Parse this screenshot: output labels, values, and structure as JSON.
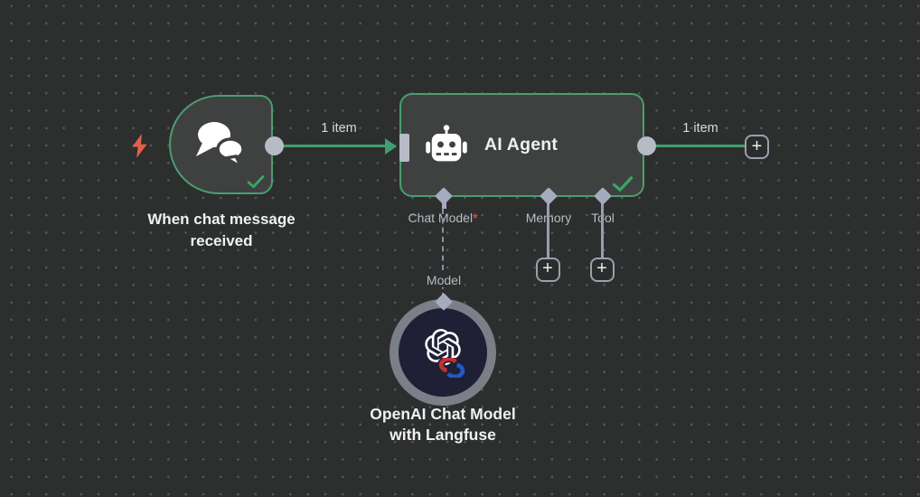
{
  "colors": {
    "canvas_bg": "#2d2e2e",
    "grid_dot": "#55595b",
    "node_fill": "#3f4141",
    "node_border_success": "#4a9e70",
    "connection_green": "#3f9f6e",
    "endpoint_gray": "#b6bbc6",
    "port_diamond_gray": "#a5abbe",
    "check_green": "#3ba766",
    "trigger_bolt_orange": "#e2604b",
    "required_asterisk_red": "#df4242",
    "model_node_ring": "#7b7f88",
    "model_node_fill": "#1f1f36",
    "langfuse_red": "#c5312e",
    "langfuse_blue": "#2458c5"
  },
  "icons": {
    "trigger_kind": "lightning-bolt-icon",
    "trigger": "chat-bubbles-icon",
    "agent": "robot-icon",
    "model": "openai-logo-icon",
    "model_overlay": "langfuse-logo-icon",
    "status": "check-icon"
  },
  "nodes": {
    "trigger": {
      "label": "When chat message received",
      "status": "success"
    },
    "agent": {
      "title": "AI Agent",
      "status": "success",
      "ports": [
        {
          "label": "Chat Model",
          "marker": "*"
        },
        {
          "label": "Memory"
        },
        {
          "label": "Tool"
        }
      ]
    },
    "model": {
      "label": "OpenAI Chat Model with Langfuse",
      "port_label": "Model"
    }
  },
  "connections": {
    "trigger_to_agent": {
      "label": "1 item"
    },
    "agent_output": {
      "label": "1 item"
    }
  },
  "buttons": {
    "add_memory": "+",
    "add_tool": "+",
    "add_next_node": "+"
  }
}
